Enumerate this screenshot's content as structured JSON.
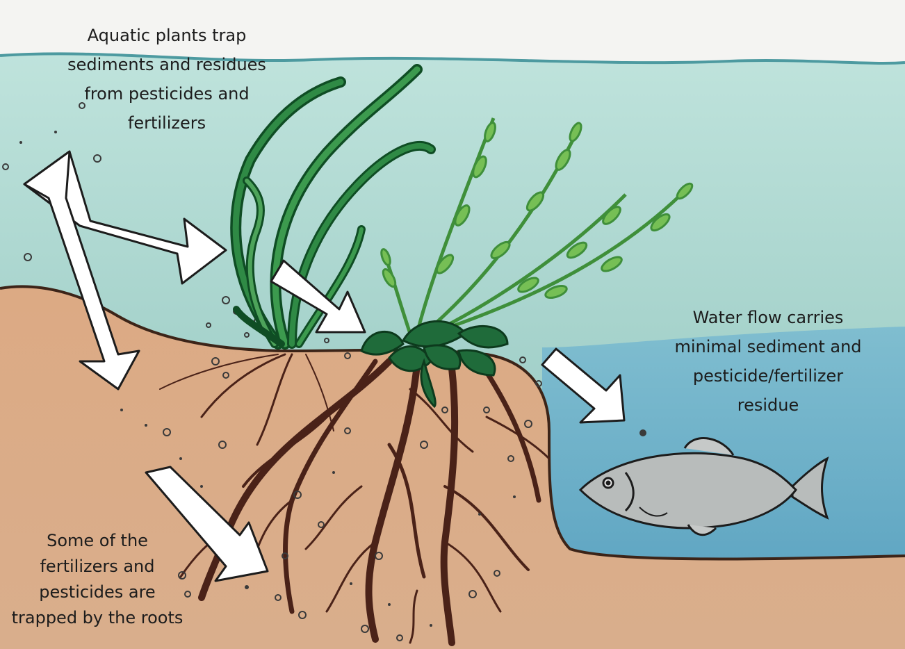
{
  "labels": {
    "plants_trap": "Aquatic plants trap\nsediments and residues\nfrom pesticides and\nfertilizers",
    "water_flow": "Water flow carries\nminimal sediment and\npesticide/fertilizer\nresidue",
    "roots_trap": "Some of the\nfertilizers and\npesticides are\ntrapped by the roots"
  },
  "colors": {
    "paper": "#f4f4f2",
    "water_light": "#a8d4cc",
    "water_deep": "#5fa7c4",
    "soil": "#d9a57e",
    "plant_dark": "#1f6b3a",
    "plant_light": "#6cb34d",
    "root": "#4a2218",
    "fish": "#b8bcbb",
    "arrow": "#ffffff"
  }
}
